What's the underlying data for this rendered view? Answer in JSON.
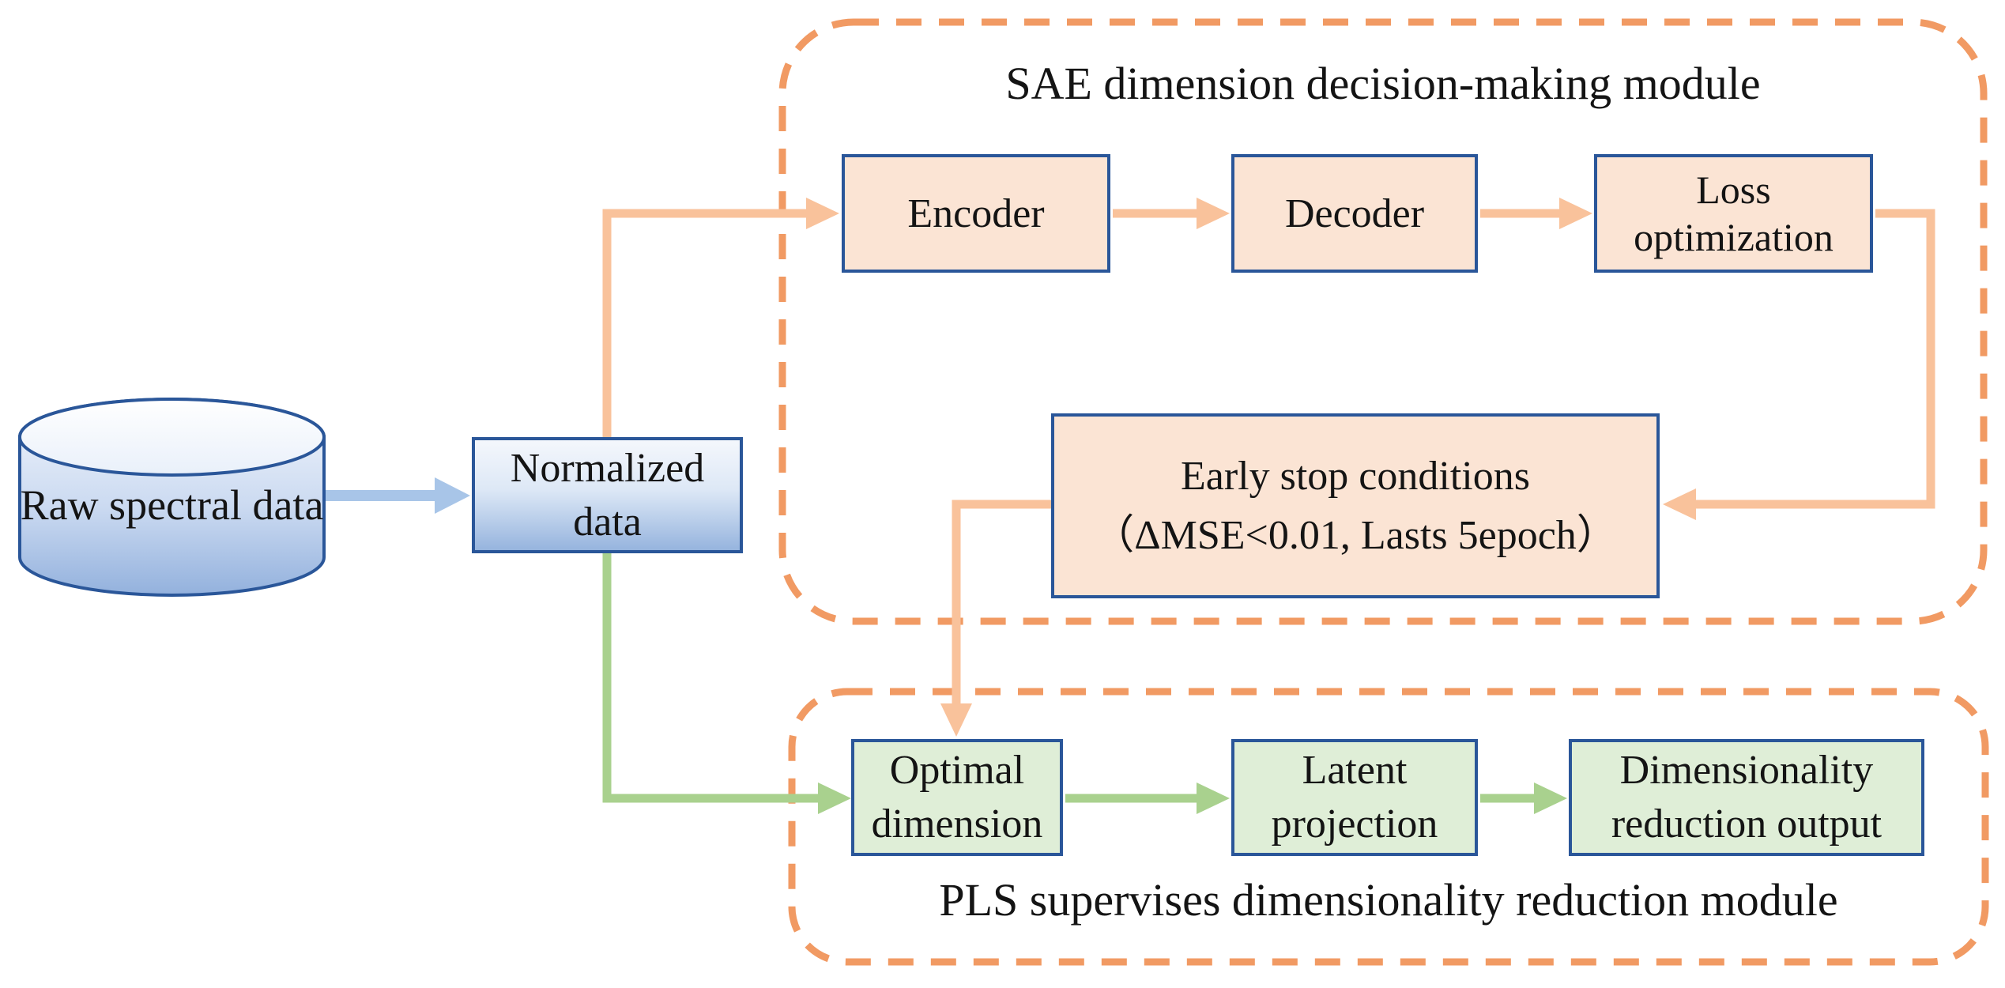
{
  "diagram": {
    "source": {
      "label": "Raw spectral data"
    },
    "normalized": {
      "label": "Normalized data"
    },
    "sae_module": {
      "title": "SAE dimension decision-making module",
      "encoder_label": "Encoder",
      "decoder_label": "Decoder",
      "loss_label": "Loss optimization",
      "early_stop_line1": "Early stop conditions",
      "early_stop_line2": "（ΔMSE<0.01, Lasts 5epoch）"
    },
    "pls_module": {
      "title": "PLS supervises dimensionality reduction module",
      "optimal_label": "Optimal dimension",
      "latent_label": "Latent projection",
      "output_label": "Dimensionality reduction output"
    },
    "colors": {
      "box_border_blue": "#2a5699",
      "sae_box_fill": "#fbe4d4",
      "pls_box_fill": "#dfeed7",
      "module_dashed_border": "#f19a63",
      "arrow_orange": "#f9c29b",
      "arrow_green": "#a9d18e",
      "arrow_blue": "#a8c5e8",
      "cylinder_fill_bottom": "#93b1dd",
      "text": "#141414"
    }
  }
}
